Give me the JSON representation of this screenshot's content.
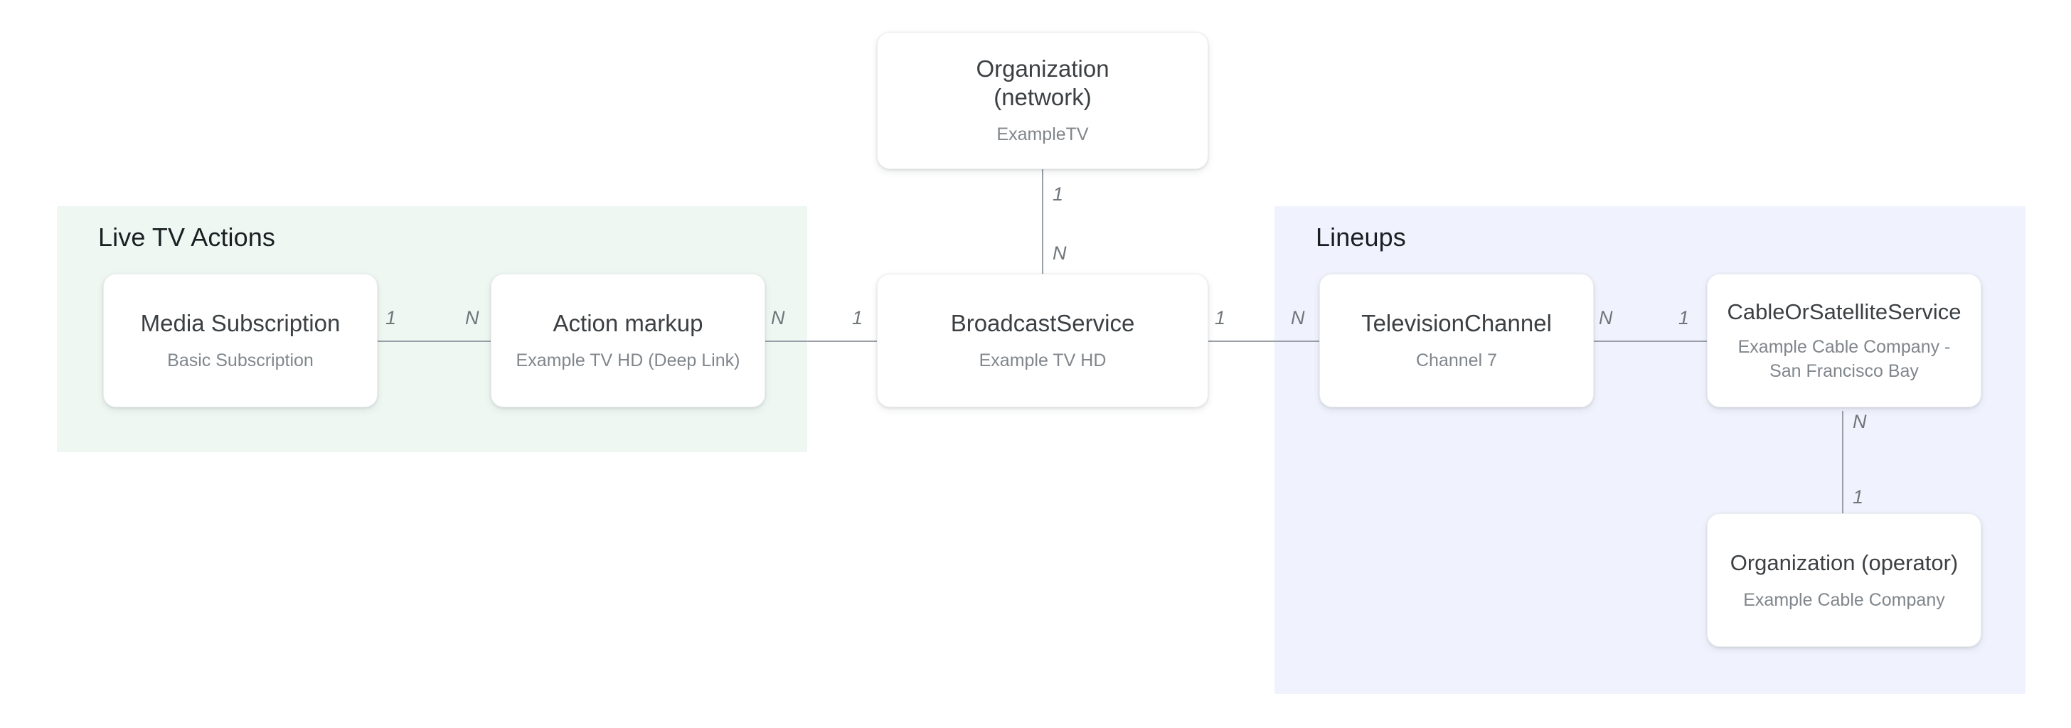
{
  "diagram": {
    "type": "entity-relationship",
    "groups": [
      {
        "id": "live-tv-actions",
        "title": "Live TV Actions",
        "color": "#eff7f3"
      },
      {
        "id": "lineups",
        "title": "Lineups",
        "color": "#f0f3fd"
      }
    ],
    "nodes": [
      {
        "id": "organization-network",
        "title": "Organization\n(network)",
        "subtitle": "ExampleTV"
      },
      {
        "id": "media-subscription",
        "title": "Media Subscription",
        "subtitle": "Basic Subscription"
      },
      {
        "id": "action-markup",
        "title": "Action markup",
        "subtitle": "Example TV HD (Deep Link)"
      },
      {
        "id": "broadcast-service",
        "title": "BroadcastService",
        "subtitle": "Example TV HD"
      },
      {
        "id": "television-channel",
        "title": "TelevisionChannel",
        "subtitle": "Channel 7"
      },
      {
        "id": "cable-or-satellite-service",
        "title": "CableOrSatelliteService",
        "subtitle": "Example Cable Company -\nSan Francisco Bay"
      },
      {
        "id": "organization-operator",
        "title": "Organization (operator)",
        "subtitle": "Example Cable Company"
      }
    ],
    "edges": [
      {
        "id": "media-subscription--action-markup",
        "from": "media-subscription",
        "to": "action-markup",
        "from_cardinality": "1",
        "to_cardinality": "N",
        "orientation": "horizontal"
      },
      {
        "id": "action-markup--broadcast-service",
        "from": "action-markup",
        "to": "broadcast-service",
        "from_cardinality": "N",
        "to_cardinality": "1",
        "orientation": "horizontal"
      },
      {
        "id": "organization-network--broadcast-service",
        "from": "organization-network",
        "to": "broadcast-service",
        "from_cardinality": "1",
        "to_cardinality": "N",
        "orientation": "vertical"
      },
      {
        "id": "broadcast-service--television-channel",
        "from": "broadcast-service",
        "to": "television-channel",
        "from_cardinality": "1",
        "to_cardinality": "N",
        "orientation": "horizontal"
      },
      {
        "id": "television-channel--cable-or-satellite-service",
        "from": "television-channel",
        "to": "cable-or-satellite-service",
        "from_cardinality": "N",
        "to_cardinality": "1",
        "orientation": "horizontal"
      },
      {
        "id": "cable-or-satellite-service--organization-operator",
        "from": "cable-or-satellite-service",
        "to": "organization-operator",
        "from_cardinality": "N",
        "to_cardinality": "1",
        "orientation": "vertical"
      }
    ],
    "cardinality_labels": {
      "ms_right": "1",
      "am_left": "N",
      "am_right": "N",
      "bs_left": "1",
      "bs_top": "N",
      "org_net_bottom": "1",
      "bs_right": "1",
      "tc_left": "N",
      "tc_right": "N",
      "cs_left": "1",
      "cs_bottom": "N",
      "org_op_top": "1"
    },
    "colors": {
      "line": "#9aa0a6",
      "card_border": "#eceef0",
      "card_background": "#ffffff",
      "title_text": "#3c4043",
      "subtitle_text": "#80868b",
      "group_title_text": "#1c1f22",
      "cardinality_text": "#70757a",
      "page_background": "#ffffff"
    }
  }
}
